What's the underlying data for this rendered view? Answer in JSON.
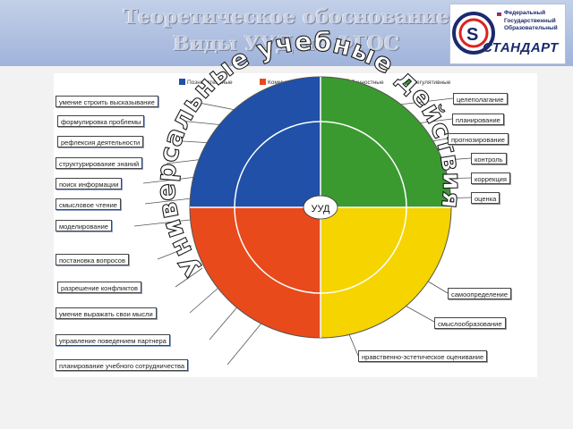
{
  "header": {
    "title_line1": "Теоретическое обоснование",
    "title_line2": "Виды УУД по ФГОС"
  },
  "logo": {
    "line1": "Федеральный",
    "line2": "Государственный",
    "line3": "Образовательный",
    "word": "СТАНДАРТ"
  },
  "legend": [
    {
      "label": "Познавательные",
      "color": "#2050a8"
    },
    {
      "label": "Коммуникативные",
      "color": "#e84a1c"
    },
    {
      "label": "Личностные",
      "color": "#f5d400"
    },
    {
      "label": "Регулятивные",
      "color": "#3a9a30"
    }
  ],
  "wheel": {
    "center_label": "УУД",
    "ring_text": "Универсальные учебные действия"
  },
  "left_items": [
    "умение строить высказывание",
    "формулировка проблемы",
    "рефлексия деятельности",
    "структурирование знаний",
    "поиск информации",
    "смысловое чтение",
    "моделирование",
    "постановка вопросов",
    "разрешение конфликтов",
    "умение выражать свои мысли",
    "управление поведением партнера",
    "планирование учебного сотрудничества"
  ],
  "right_items": [
    "целеполагание",
    "планирование",
    "прогнозирование",
    "контроль",
    "коррекция",
    "оценка",
    "самоопределение",
    "смыслообразование",
    "нравственно-эстетическое оценивание"
  ]
}
